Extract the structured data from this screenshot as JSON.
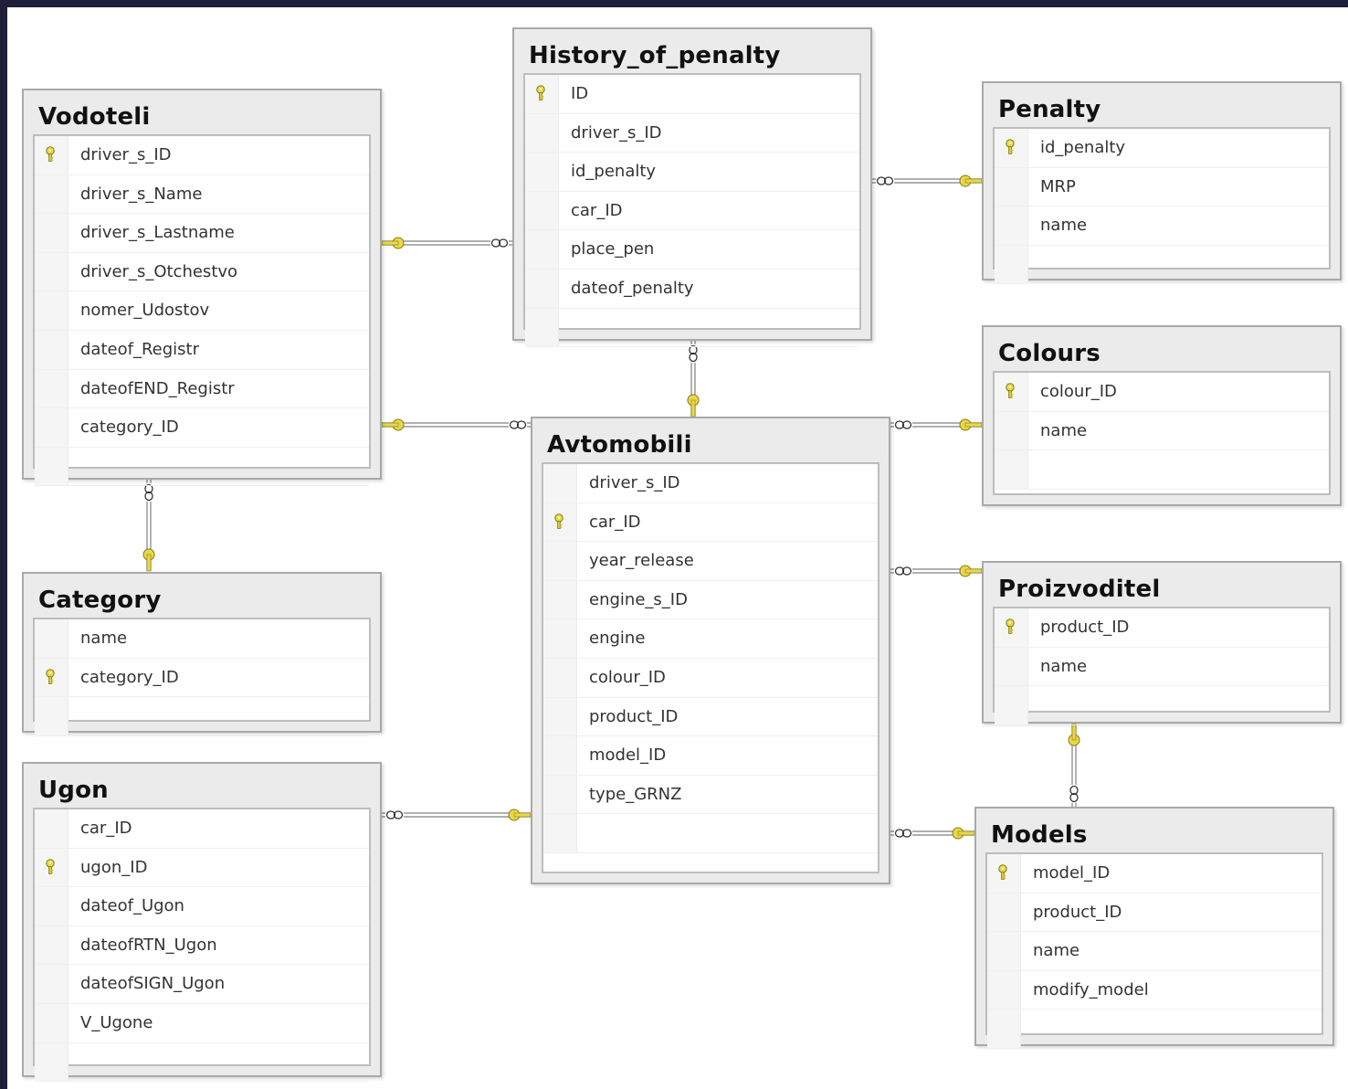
{
  "colors": {
    "background": "#1f1f3a",
    "canvas": "#ffffff",
    "table_header": "#ebebeb",
    "connector": "#808080",
    "key_yellow": "#e8d84a"
  },
  "tables": {
    "vodoteli": {
      "title": "Vodoteli",
      "fields": [
        {
          "name": "driver_s_ID",
          "pk": true
        },
        {
          "name": "driver_s_Name",
          "pk": false
        },
        {
          "name": "driver_s_Lastname",
          "pk": false
        },
        {
          "name": "driver_s_Otchestvo",
          "pk": false
        },
        {
          "name": "nomer_Udostov",
          "pk": false
        },
        {
          "name": "dateof_Registr",
          "pk": false
        },
        {
          "name": "dateofEND_Registr",
          "pk": false
        },
        {
          "name": "category_ID",
          "pk": false
        }
      ]
    },
    "history_of_penalty": {
      "title": "History_of_penalty",
      "fields": [
        {
          "name": "ID",
          "pk": true
        },
        {
          "name": "driver_s_ID",
          "pk": false
        },
        {
          "name": "id_penalty",
          "pk": false
        },
        {
          "name": "car_ID",
          "pk": false
        },
        {
          "name": "place_pen",
          "pk": false
        },
        {
          "name": "dateof_penalty",
          "pk": false
        }
      ]
    },
    "penalty": {
      "title": "Penalty",
      "fields": [
        {
          "name": "id_penalty",
          "pk": true
        },
        {
          "name": "MRP",
          "pk": false
        },
        {
          "name": "name",
          "pk": false
        }
      ]
    },
    "colours": {
      "title": "Colours",
      "fields": [
        {
          "name": "colour_ID",
          "pk": true
        },
        {
          "name": "name",
          "pk": false
        }
      ]
    },
    "avtomobili": {
      "title": "Avtomobili",
      "fields": [
        {
          "name": "driver_s_ID",
          "pk": false
        },
        {
          "name": "car_ID",
          "pk": true
        },
        {
          "name": "year_release",
          "pk": false
        },
        {
          "name": "engine_s_ID",
          "pk": false
        },
        {
          "name": "engine",
          "pk": false
        },
        {
          "name": "colour_ID",
          "pk": false
        },
        {
          "name": "product_ID",
          "pk": false
        },
        {
          "name": "model_ID",
          "pk": false
        },
        {
          "name": "type_GRNZ",
          "pk": false
        }
      ]
    },
    "category": {
      "title": "Category",
      "fields": [
        {
          "name": "name",
          "pk": false
        },
        {
          "name": "category_ID",
          "pk": true
        }
      ]
    },
    "proizvoditel": {
      "title": "Proizvoditel",
      "fields": [
        {
          "name": "product_ID",
          "pk": true
        },
        {
          "name": "name",
          "pk": false
        }
      ]
    },
    "ugon": {
      "title": "Ugon",
      "fields": [
        {
          "name": "car_ID",
          "pk": false
        },
        {
          "name": "ugon_ID",
          "pk": true
        },
        {
          "name": "dateof_Ugon",
          "pk": false
        },
        {
          "name": "dateofRTN_Ugon",
          "pk": false
        },
        {
          "name": "dateofSIGN_Ugon",
          "pk": false
        },
        {
          "name": "V_Ugone",
          "pk": false
        }
      ]
    },
    "models": {
      "title": "Models",
      "fields": [
        {
          "name": "model_ID",
          "pk": true
        },
        {
          "name": "product_ID",
          "pk": false
        },
        {
          "name": "name",
          "pk": false
        },
        {
          "name": "modify_model",
          "pk": false
        }
      ]
    }
  },
  "relationships": [
    {
      "name": "vodoteli-history_of_penalty",
      "one": "vodoteli",
      "many": "history_of_penalty"
    },
    {
      "name": "vodoteli-avtomobili",
      "one": "vodoteli",
      "many": "avtomobili"
    },
    {
      "name": "category-vodoteli",
      "one": "category",
      "many": "vodoteli"
    },
    {
      "name": "penalty-history_of_penalty",
      "one": "penalty",
      "many": "history_of_penalty"
    },
    {
      "name": "avtomobili-history_of_penalty",
      "one": "avtomobili",
      "many": "history_of_penalty"
    },
    {
      "name": "colours-avtomobili",
      "one": "colours",
      "many": "avtomobili"
    },
    {
      "name": "proizvoditel-avtomobili",
      "one": "proizvoditel",
      "many": "avtomobili"
    },
    {
      "name": "models-avtomobili",
      "one": "models",
      "many": "avtomobili"
    },
    {
      "name": "avtomobili-ugon",
      "one": "avtomobili",
      "many": "ugon"
    },
    {
      "name": "proizvoditel-models",
      "one": "proizvoditel",
      "many": "models"
    }
  ]
}
